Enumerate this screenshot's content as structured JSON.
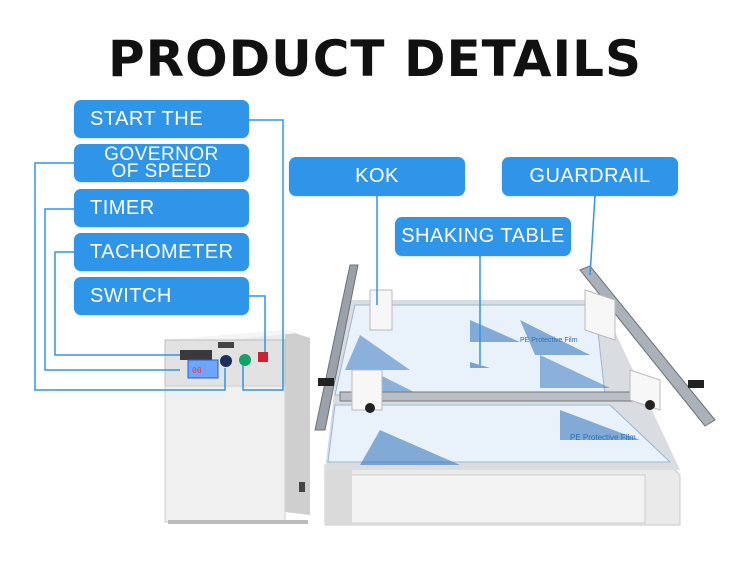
{
  "page": {
    "title": "PRODUCT DETAILS"
  },
  "labels": {
    "start": "START THE",
    "governor_line1": "GOVERNOR",
    "governor_line2": "OF SPEED",
    "timer": "TIMER",
    "tachometer": "TACHOMETER",
    "switch": "SWITCH",
    "kok": "KOK",
    "guardrail": "GUARDRAIL",
    "shaking_table": "SHAKING TABLE"
  },
  "film_text": "PE Protective Film",
  "colors": {
    "label_bg": "#2f95e8",
    "connector": "#2f95e8",
    "title": "#111111"
  }
}
